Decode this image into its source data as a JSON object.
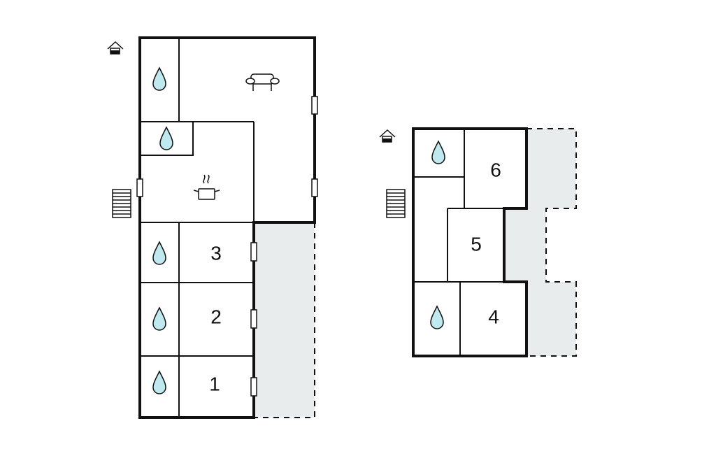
{
  "rooms": {
    "left_floor": [
      "3",
      "2",
      "1"
    ],
    "right_floor": [
      "6",
      "5",
      "4"
    ]
  },
  "icons": {
    "floor_marker": "house-floor-icon",
    "stairs": "stairs-icon",
    "bathroom": "water-drop-icon",
    "living_room": "sofa-icon",
    "kitchen": "cooking-pot-icon",
    "window": "window-icon"
  },
  "colors": {
    "terrace_fill": "#e9ecec",
    "water_drop": "#bfe9ef",
    "walls": "#111111"
  }
}
